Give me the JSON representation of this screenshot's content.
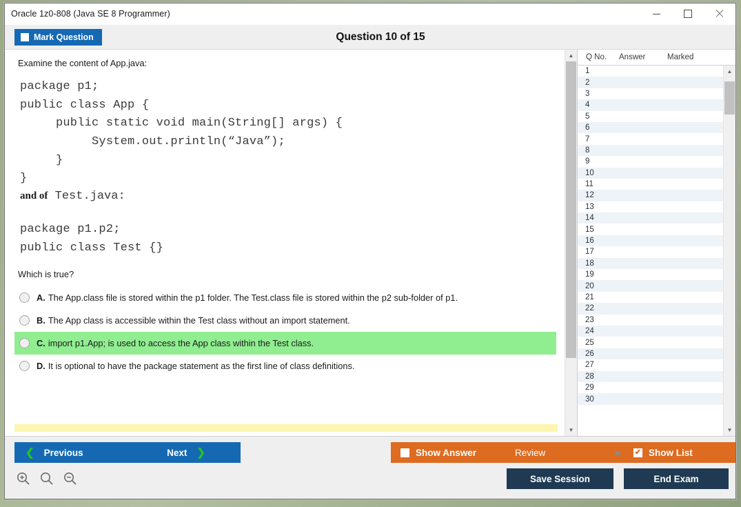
{
  "window": {
    "title": "Oracle 1z0-808 (Java SE 8 Programmer)",
    "controls": {
      "minimize": "minimize-icon",
      "maximize": "maximize-icon",
      "close": "close-icon"
    }
  },
  "header": {
    "mark_question_label": "Mark Question",
    "question_title": "Question 10 of 15",
    "current_question": 10,
    "total_questions": 15
  },
  "question": {
    "intro": "Examine the content of App.java:",
    "code_app": "package p1;\npublic class App {\n     public static void main(String[] args) {\n          System.out.println(“Java”);\n     }\n}",
    "and_of_bold": "and of",
    "and_of_file": " Test.java:",
    "code_test": "package p1.p2;\npublic class Test {}",
    "prompt": "Which is true?",
    "options": [
      {
        "letter": "A.",
        "text": "The App.class file is stored within the p1 folder. The Test.class file is stored within the p2 sub-folder of p1.",
        "highlighted": false,
        "selected": false
      },
      {
        "letter": "B.",
        "text": "The App class is accessible within the Test class without an import statement.",
        "highlighted": false,
        "selected": false
      },
      {
        "letter": "C.",
        "text": "import p1.App; is used to access the App class within the Test class.",
        "highlighted": true,
        "selected": false
      },
      {
        "letter": "D.",
        "text": "It is optional to have the package statement as the first line of class definitions.",
        "highlighted": false,
        "selected": false
      }
    ]
  },
  "list": {
    "columns": [
      "Q No.",
      "Answer",
      "Marked"
    ],
    "rows": [
      {
        "no": "1",
        "answer": "",
        "marked": ""
      },
      {
        "no": "2",
        "answer": "",
        "marked": ""
      },
      {
        "no": "3",
        "answer": "",
        "marked": ""
      },
      {
        "no": "4",
        "answer": "",
        "marked": ""
      },
      {
        "no": "5",
        "answer": "",
        "marked": ""
      },
      {
        "no": "6",
        "answer": "",
        "marked": ""
      },
      {
        "no": "7",
        "answer": "",
        "marked": ""
      },
      {
        "no": "8",
        "answer": "",
        "marked": ""
      },
      {
        "no": "9",
        "answer": "",
        "marked": ""
      },
      {
        "no": "10",
        "answer": "",
        "marked": ""
      },
      {
        "no": "11",
        "answer": "",
        "marked": ""
      },
      {
        "no": "12",
        "answer": "",
        "marked": ""
      },
      {
        "no": "13",
        "answer": "",
        "marked": ""
      },
      {
        "no": "14",
        "answer": "",
        "marked": ""
      },
      {
        "no": "15",
        "answer": "",
        "marked": ""
      },
      {
        "no": "16",
        "answer": "",
        "marked": ""
      },
      {
        "no": "17",
        "answer": "",
        "marked": ""
      },
      {
        "no": "18",
        "answer": "",
        "marked": ""
      },
      {
        "no": "19",
        "answer": "",
        "marked": ""
      },
      {
        "no": "20",
        "answer": "",
        "marked": ""
      },
      {
        "no": "21",
        "answer": "",
        "marked": ""
      },
      {
        "no": "22",
        "answer": "",
        "marked": ""
      },
      {
        "no": "23",
        "answer": "",
        "marked": ""
      },
      {
        "no": "24",
        "answer": "",
        "marked": ""
      },
      {
        "no": "25",
        "answer": "",
        "marked": ""
      },
      {
        "no": "26",
        "answer": "",
        "marked": ""
      },
      {
        "no": "27",
        "answer": "",
        "marked": ""
      },
      {
        "no": "28",
        "answer": "",
        "marked": ""
      },
      {
        "no": "29",
        "answer": "",
        "marked": ""
      },
      {
        "no": "30",
        "answer": "",
        "marked": ""
      }
    ]
  },
  "footer": {
    "previous_label": "Previous",
    "next_label": "Next",
    "show_answer_label": "Show Answer",
    "show_answer_checked": false,
    "review_label": "Review",
    "show_list_label": "Show List",
    "show_list_checked": true,
    "show_list_check_glyph": "✔",
    "save_session_label": "Save Session",
    "end_exam_label": "End Exam",
    "zoom_in_icon": "zoom-in-icon",
    "zoom_reset_icon": "zoom-reset-icon",
    "zoom_out_icon": "zoom-out-icon"
  },
  "colors": {
    "primary_blue": "#1569b3",
    "orange": "#dd6b20",
    "dark_navy": "#1f3a52",
    "highlight_green": "#90ee90",
    "accent_green": "#22c522",
    "yellow_strip": "#fcf6b0"
  }
}
